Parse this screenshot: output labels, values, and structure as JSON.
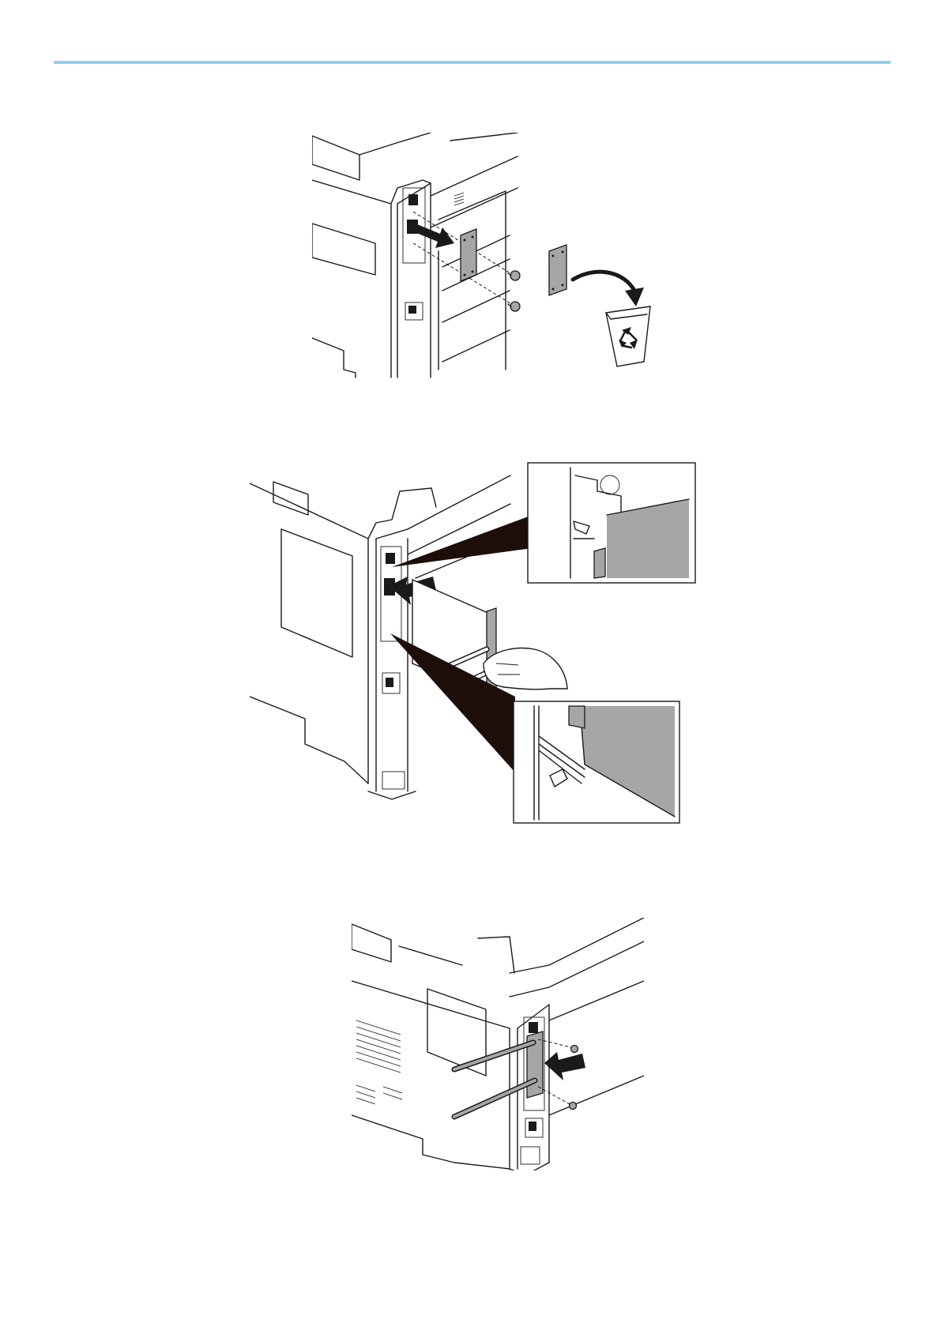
{
  "page": {
    "header_rule_color": "#8fd0ec",
    "figures": [
      {
        "icon": "remove-slot-cover-illustration"
      },
      {
        "icon": "insert-option-card-illustration"
      },
      {
        "icon": "fasten-card-screws-illustration"
      }
    ]
  }
}
